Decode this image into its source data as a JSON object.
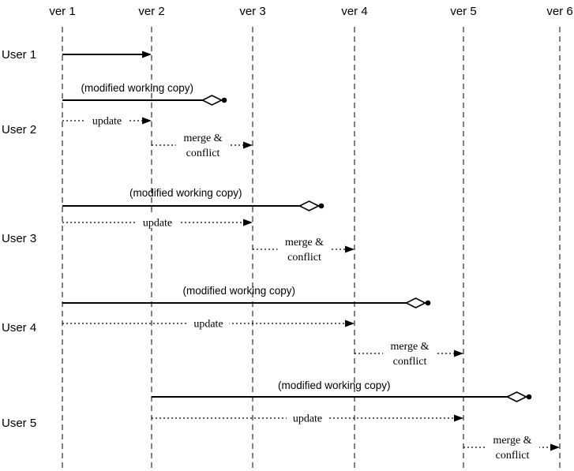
{
  "versions": [
    "ver 1",
    "ver 2",
    "ver 3",
    "ver 4",
    "ver 5",
    "ver 6"
  ],
  "users": [
    "User 1",
    "User 2",
    "User 3",
    "User 4",
    "User 5"
  ],
  "messages": [
    {
      "user": "User 1",
      "kind": "commit",
      "from": "ver 1",
      "to": "ver 2",
      "label": ""
    },
    {
      "user": "User 2",
      "kind": "modified",
      "from": "ver 1",
      "label": "(modified working copy)"
    },
    {
      "user": "User 2",
      "kind": "update",
      "from": "ver 1",
      "to": "ver 2",
      "label": "update"
    },
    {
      "user": "User 2",
      "kind": "merge",
      "from": "ver 2",
      "to": "ver 3",
      "label": [
        "merge &",
        "conflict"
      ]
    },
    {
      "user": "User 3",
      "kind": "modified",
      "from": "ver 1",
      "label": "(modified working copy)"
    },
    {
      "user": "User 3",
      "kind": "update",
      "from": "ver 1",
      "to": "ver 3",
      "label": "update"
    },
    {
      "user": "User 3",
      "kind": "merge",
      "from": "ver 3",
      "to": "ver 4",
      "label": [
        "merge &",
        "conflict"
      ]
    },
    {
      "user": "User 4",
      "kind": "modified",
      "from": "ver 1",
      "label": "(modified working copy)"
    },
    {
      "user": "User 4",
      "kind": "update",
      "from": "ver 1",
      "to": "ver 4",
      "label": "update"
    },
    {
      "user": "User 4",
      "kind": "merge",
      "from": "ver 4",
      "to": "ver 5",
      "label": [
        "merge &",
        "conflict"
      ]
    },
    {
      "user": "User 5",
      "kind": "modified",
      "from": "ver 2",
      "label": "(modified working copy)"
    },
    {
      "user": "User 5",
      "kind": "update",
      "from": "ver 2",
      "to": "ver 5",
      "label": "update"
    },
    {
      "user": "User 5",
      "kind": "merge",
      "from": "ver 5",
      "to": "ver 6",
      "label": [
        "merge &",
        "conflict"
      ]
    }
  ]
}
